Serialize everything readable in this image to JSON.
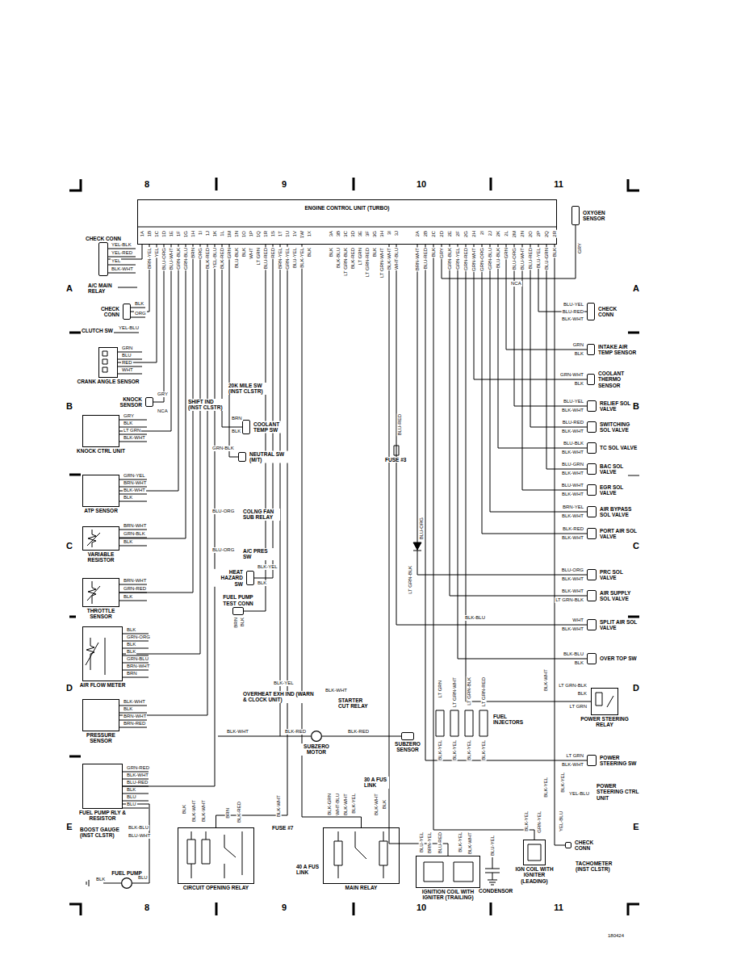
{
  "diagram": {
    "nodes": [
      {
        "text": [
          "ENGINE CONTROL UNIT (TURBO)"
        ]
      },
      {
        "text": [
          "OXYGEN SENSOR"
        ]
      },
      {
        "text": [
          "CHECK CONN"
        ]
      },
      {
        "text": [
          "CHECK CONN"
        ]
      },
      {
        "text": [
          "CRANK ANGLE SENSOR"
        ]
      },
      {
        "text": [
          "KNOCK SENSOR"
        ]
      },
      {
        "text": [
          "KNOCK CTRL UNIT"
        ]
      },
      {
        "text": [
          "ATP SENSOR"
        ]
      },
      {
        "text": [
          "VARIABLE RESISTOR"
        ]
      },
      {
        "text": [
          "THROTTLE SENSOR"
        ]
      },
      {
        "text": [
          "AIR FLOW METER"
        ]
      },
      {
        "text": [
          "PRESSURE SENSOR"
        ]
      },
      {
        "text": [
          "FUEL PUMP RLY & RESISTOR"
        ]
      },
      {
        "text": [
          "FUEL PUMP"
        ]
      },
      {
        "text": [
          "COOLANT TEMP SW"
        ]
      },
      {
        "text": [
          "NEUTRAL SW (M/T)"
        ]
      },
      {
        "text": [
          "HEAT HAZARD SW"
        ]
      },
      {
        "text": [
          "FUEL PUMP TEST CONN"
        ]
      },
      {
        "text": [
          "SUBZERO MOTOR"
        ]
      },
      {
        "text": [
          "SUBZERO SENSOR"
        ]
      },
      {
        "text": [
          "CIRCUIT OPENING RELAY"
        ]
      },
      {
        "text": [
          "MAIN RELAY"
        ]
      },
      {
        "text": [
          "IGNITION COIL WITH IGNITER (TRAILING)"
        ]
      },
      {
        "text": [
          "IGN COIL WITH IGNITER (LEADING)"
        ]
      },
      {
        "text": [
          "CHECK CONN"
        ]
      },
      {
        "text": [
          "INTAKE AIR TEMP SENSOR"
        ]
      },
      {
        "text": [
          "COOLANT THERMO SENSOR"
        ]
      },
      {
        "text": [
          "RELIEF SOL VALVE"
        ]
      },
      {
        "text": [
          "SWITCHING SOL VALVE"
        ]
      },
      {
        "text": [
          "TC SOL VALVE"
        ]
      },
      {
        "text": [
          "BAC SOL VALVE"
        ]
      },
      {
        "text": [
          "EGR SOL VALVE"
        ]
      },
      {
        "text": [
          "AIR BYPASS SOL VALVE"
        ]
      },
      {
        "text": [
          "PORT AIR SOL VALVE"
        ]
      },
      {
        "text": [
          "PRC SOL VALVE"
        ]
      },
      {
        "text": [
          "AIR SUPPLY SOL VALVE"
        ]
      },
      {
        "text": [
          "SPLIT AIR SOL VALVE"
        ]
      },
      {
        "text": [
          "OVER TOP SW"
        ]
      },
      {
        "text": [
          "POWER STEERING RELAY"
        ]
      },
      {
        "text": [
          "POWER STEERING SW"
        ]
      },
      {
        "text": [
          "CHECK CONN"
        ]
      }
    ],
    "edges": [
      {
        "from": 0,
        "to": 1,
        "arrow": "none"
      },
      {
        "from": 0,
        "to": 2,
        "arrow": "none"
      },
      {
        "from": 0,
        "to": 3,
        "arrow": "none"
      },
      {
        "from": 0,
        "to": 4,
        "arrow": "none"
      },
      {
        "from": 0,
        "to": 5,
        "arrow": "none"
      },
      {
        "from": 0,
        "to": 6,
        "arrow": "none"
      },
      {
        "from": 0,
        "to": 7,
        "arrow": "none"
      },
      {
        "from": 0,
        "to": 8,
        "arrow": "none"
      },
      {
        "from": 0,
        "to": 9,
        "arrow": "none"
      },
      {
        "from": 0,
        "to": 10,
        "arrow": "none"
      },
      {
        "from": 0,
        "to": 11,
        "arrow": "none"
      },
      {
        "from": 0,
        "to": 12,
        "arrow": "none"
      },
      {
        "from": 12,
        "to": 13,
        "arrow": "none"
      },
      {
        "from": 0,
        "to": 14,
        "arrow": "none"
      },
      {
        "from": 0,
        "to": 15,
        "arrow": "none"
      },
      {
        "from": 0,
        "to": 16,
        "arrow": "none"
      },
      {
        "from": 0,
        "to": 17,
        "arrow": "none"
      },
      {
        "from": 0,
        "to": 18,
        "arrow": "none"
      },
      {
        "from": 18,
        "to": 19,
        "arrow": "none"
      },
      {
        "from": 0,
        "to": 20,
        "arrow": "none"
      },
      {
        "from": 0,
        "to": 21,
        "arrow": "none"
      },
      {
        "from": 0,
        "to": 22,
        "arrow": "none"
      },
      {
        "from": 0,
        "to": 23,
        "arrow": "none"
      },
      {
        "from": 0,
        "to": 24,
        "arrow": "none"
      },
      {
        "from": 0,
        "to": 25,
        "arrow": "none"
      },
      {
        "from": 0,
        "to": 26,
        "arrow": "none"
      },
      {
        "from": 0,
        "to": 27,
        "arrow": "none"
      },
      {
        "from": 0,
        "to": 28,
        "arrow": "none"
      },
      {
        "from": 0,
        "to": 29,
        "arrow": "none"
      },
      {
        "from": 0,
        "to": 30,
        "arrow": "none"
      },
      {
        "from": 0,
        "to": 31,
        "arrow": "none"
      },
      {
        "from": 0,
        "to": 32,
        "arrow": "none"
      },
      {
        "from": 0,
        "to": 33,
        "arrow": "none"
      },
      {
        "from": 0,
        "to": 34,
        "arrow": "none"
      },
      {
        "from": 0,
        "to": 35,
        "arrow": "none"
      },
      {
        "from": 0,
        "to": 36,
        "arrow": "none"
      },
      {
        "from": 0,
        "to": 37,
        "arrow": "none"
      },
      {
        "from": 0,
        "to": 38,
        "arrow": "none"
      },
      {
        "from": 0,
        "to": 39,
        "arrow": "none"
      },
      {
        "from": 0,
        "to": 40,
        "arrow": "none"
      }
    ],
    "labels": [
      "8",
      "9",
      "10",
      "11",
      "8",
      "9",
      "10",
      "11",
      "A",
      "B",
      "C",
      "D",
      "E",
      "A",
      "B",
      "C",
      "D",
      "E",
      "1A",
      "1B",
      "1C",
      "1D",
      "1E",
      "1F",
      "1G",
      "1H",
      "1I",
      "1J",
      "1K",
      "1L",
      "1M",
      "1N",
      "1O",
      "1P",
      "1Q",
      "1R",
      "1S",
      "1T",
      "1U",
      "1V",
      "1W",
      "1X",
      "3A",
      "3B",
      "3C",
      "3D",
      "3E",
      "3F",
      "3G",
      "3H",
      "3I",
      "3J",
      "2A",
      "2B",
      "2C",
      "2D",
      "2E",
      "2F",
      "2G",
      "2H",
      "2I",
      "2J",
      "2K",
      "2L",
      "2M",
      "2N",
      "2O",
      "2P",
      "2Q",
      "2R",
      "BRN-YEL",
      "YEL",
      "BLU-ORG",
      "BLU-WHT",
      "GRN-BLK",
      "GRN-BLU",
      "BRN",
      "ORG",
      "BLK-RED",
      "YEL-BLU",
      "BLK-RED",
      "GRN",
      "BLU-BLK",
      "BLK",
      "WHT",
      "LT GRN",
      "BLU-RED",
      "RED",
      "BRN-YEL",
      "GRN-YEL",
      "BLU-YEL",
      "BLK-YEL",
      "BLK",
      "BLK",
      "BLK-BLU",
      "LT GRN-BLK",
      "BLK-RED",
      "LT GRN",
      "LT GRN-RED",
      "BLK",
      "LT GRN-WHT",
      "BLK-WHT",
      "WHT-BLU",
      "BRN-WHT",
      "BLU-RED",
      "BLK",
      "GRY",
      "GRN-BLK",
      "GRN-YEL",
      "GRN-RED",
      "GRN-WHT",
      "GRN-ORG",
      "GRN-BLU",
      "BLU-BLK",
      "GRN",
      "BLU-ORG",
      "BLU-WHT",
      "BLU-RED",
      "BLU-YEL",
      "BLU-GRN",
      "BLK",
      "GRY",
      "NCA",
      "YEL-BLK",
      "YEL-RED",
      "YEL",
      "BLK-WHT",
      "A/C MAIN RELAY",
      "BLK",
      "ORG",
      "CLUTCH SW",
      "YEL-BLU",
      "GRN",
      "BLU",
      "RED",
      "WHT",
      "GRY",
      "NCA",
      "GRY",
      "BLK",
      "LT GRN",
      "BLK-WHT",
      "GRN-YEL",
      "BRN-WHT",
      "BLK-WHT",
      "BLK",
      "BRN-WHT",
      "GRN-BLK",
      "BLK",
      "BRN-WHT",
      "GRN-RED",
      "BLK",
      "BLK",
      "GRN-ORG",
      "BLK",
      "BLK",
      "GRN-BLU",
      "BRN-WHT",
      "BRN",
      "BLK-WHT",
      "BLK",
      "BRN-WHT",
      "BRN-RED",
      "GRN-RED",
      "BLK-WHT",
      "BLU-RED",
      "BLK",
      "BLU",
      "BLU",
      "BOOST GAUGE (INST CLSTR)",
      "BLK-BLU",
      "BLU-WHT",
      "BLK",
      "BLU",
      "SHIFT IND (INST CLSTR)",
      "20K MILE SW (INST CLSTR)",
      "BRN",
      "BLK",
      "GRN-BLK",
      "BLU-ORG",
      "COLNG FAN SUB RELAY",
      "BLU-ORG",
      "A/C PRES SW",
      "BLK-YEL",
      "BLK",
      "BRN",
      "BLK",
      "BLK-YEL",
      "OVERHEAT EXH IND (WARN & CLOCK UNIT)",
      "BLK-WHT",
      "STARTER CUT RELAY",
      "BLK-WHT",
      "BLK-RED",
      "BLK-RED",
      "FUSE #3",
      "BLU-RED",
      "BLU-ORG",
      "LT GRN-BLK",
      "BLK-BLU",
      "LT GRN",
      "LT GRN-WHT",
      "LT GRN-BLK",
      "LT GRN-RED",
      "FUEL INJECTORS",
      "BLK-YEL",
      "BLK-YEL",
      "BLK-YEL",
      "BLK-YEL",
      "BLK",
      "BLK-WHT",
      "BLK-WHT",
      "BRN",
      "BLK-RED",
      "BLK-WHT",
      "FUSE #7",
      "30 A FUS LINK",
      "40 A FUS LINK",
      "BLK-GRN",
      "WHT-BLU",
      "BLK-WHT",
      "BLK-YEL",
      "BLK-WHT",
      "BLK",
      "BLU-YEL",
      "BRN-YEL",
      "BLU-RED",
      "BLK-YEL",
      "BLK-WHT",
      "BLU-YEL",
      "CONDENSOR",
      "BLK-YEL",
      "GRN-YEL",
      "BLK-WHT",
      "BLK-YEL",
      "BLK-YEL",
      "YEL-BLU",
      "POWER STEERING CTRL UNIT",
      "YEL-BLU",
      "TACHOMETER (INST CLSTR)",
      "BLU-YEL",
      "BLU-RED",
      "BLK-WHT",
      "GRN",
      "BLK",
      "GRN-WHT",
      "BLK",
      "BLU-YEL",
      "BLK-WHT",
      "BLU-RED",
      "BLK-WHT",
      "BLU-BLK",
      "BLK-WHT",
      "BLU-GRN",
      "BLK-WHT",
      "BLU-WHT",
      "BLK-WHT",
      "BRN-YEL",
      "BLK-WHT",
      "BLK-RED",
      "BLK-WHT",
      "BLU-ORG",
      "BLK-WHT",
      "BLK-WHT",
      "LT GRN-BLK",
      "WHT",
      "BLK-WHT",
      "BLK-BLU",
      "BLK",
      "LT GRN-BLK",
      "BLK",
      "LT GRN",
      "LT GRN",
      "BLK-WHT",
      "180424"
    ]
  }
}
